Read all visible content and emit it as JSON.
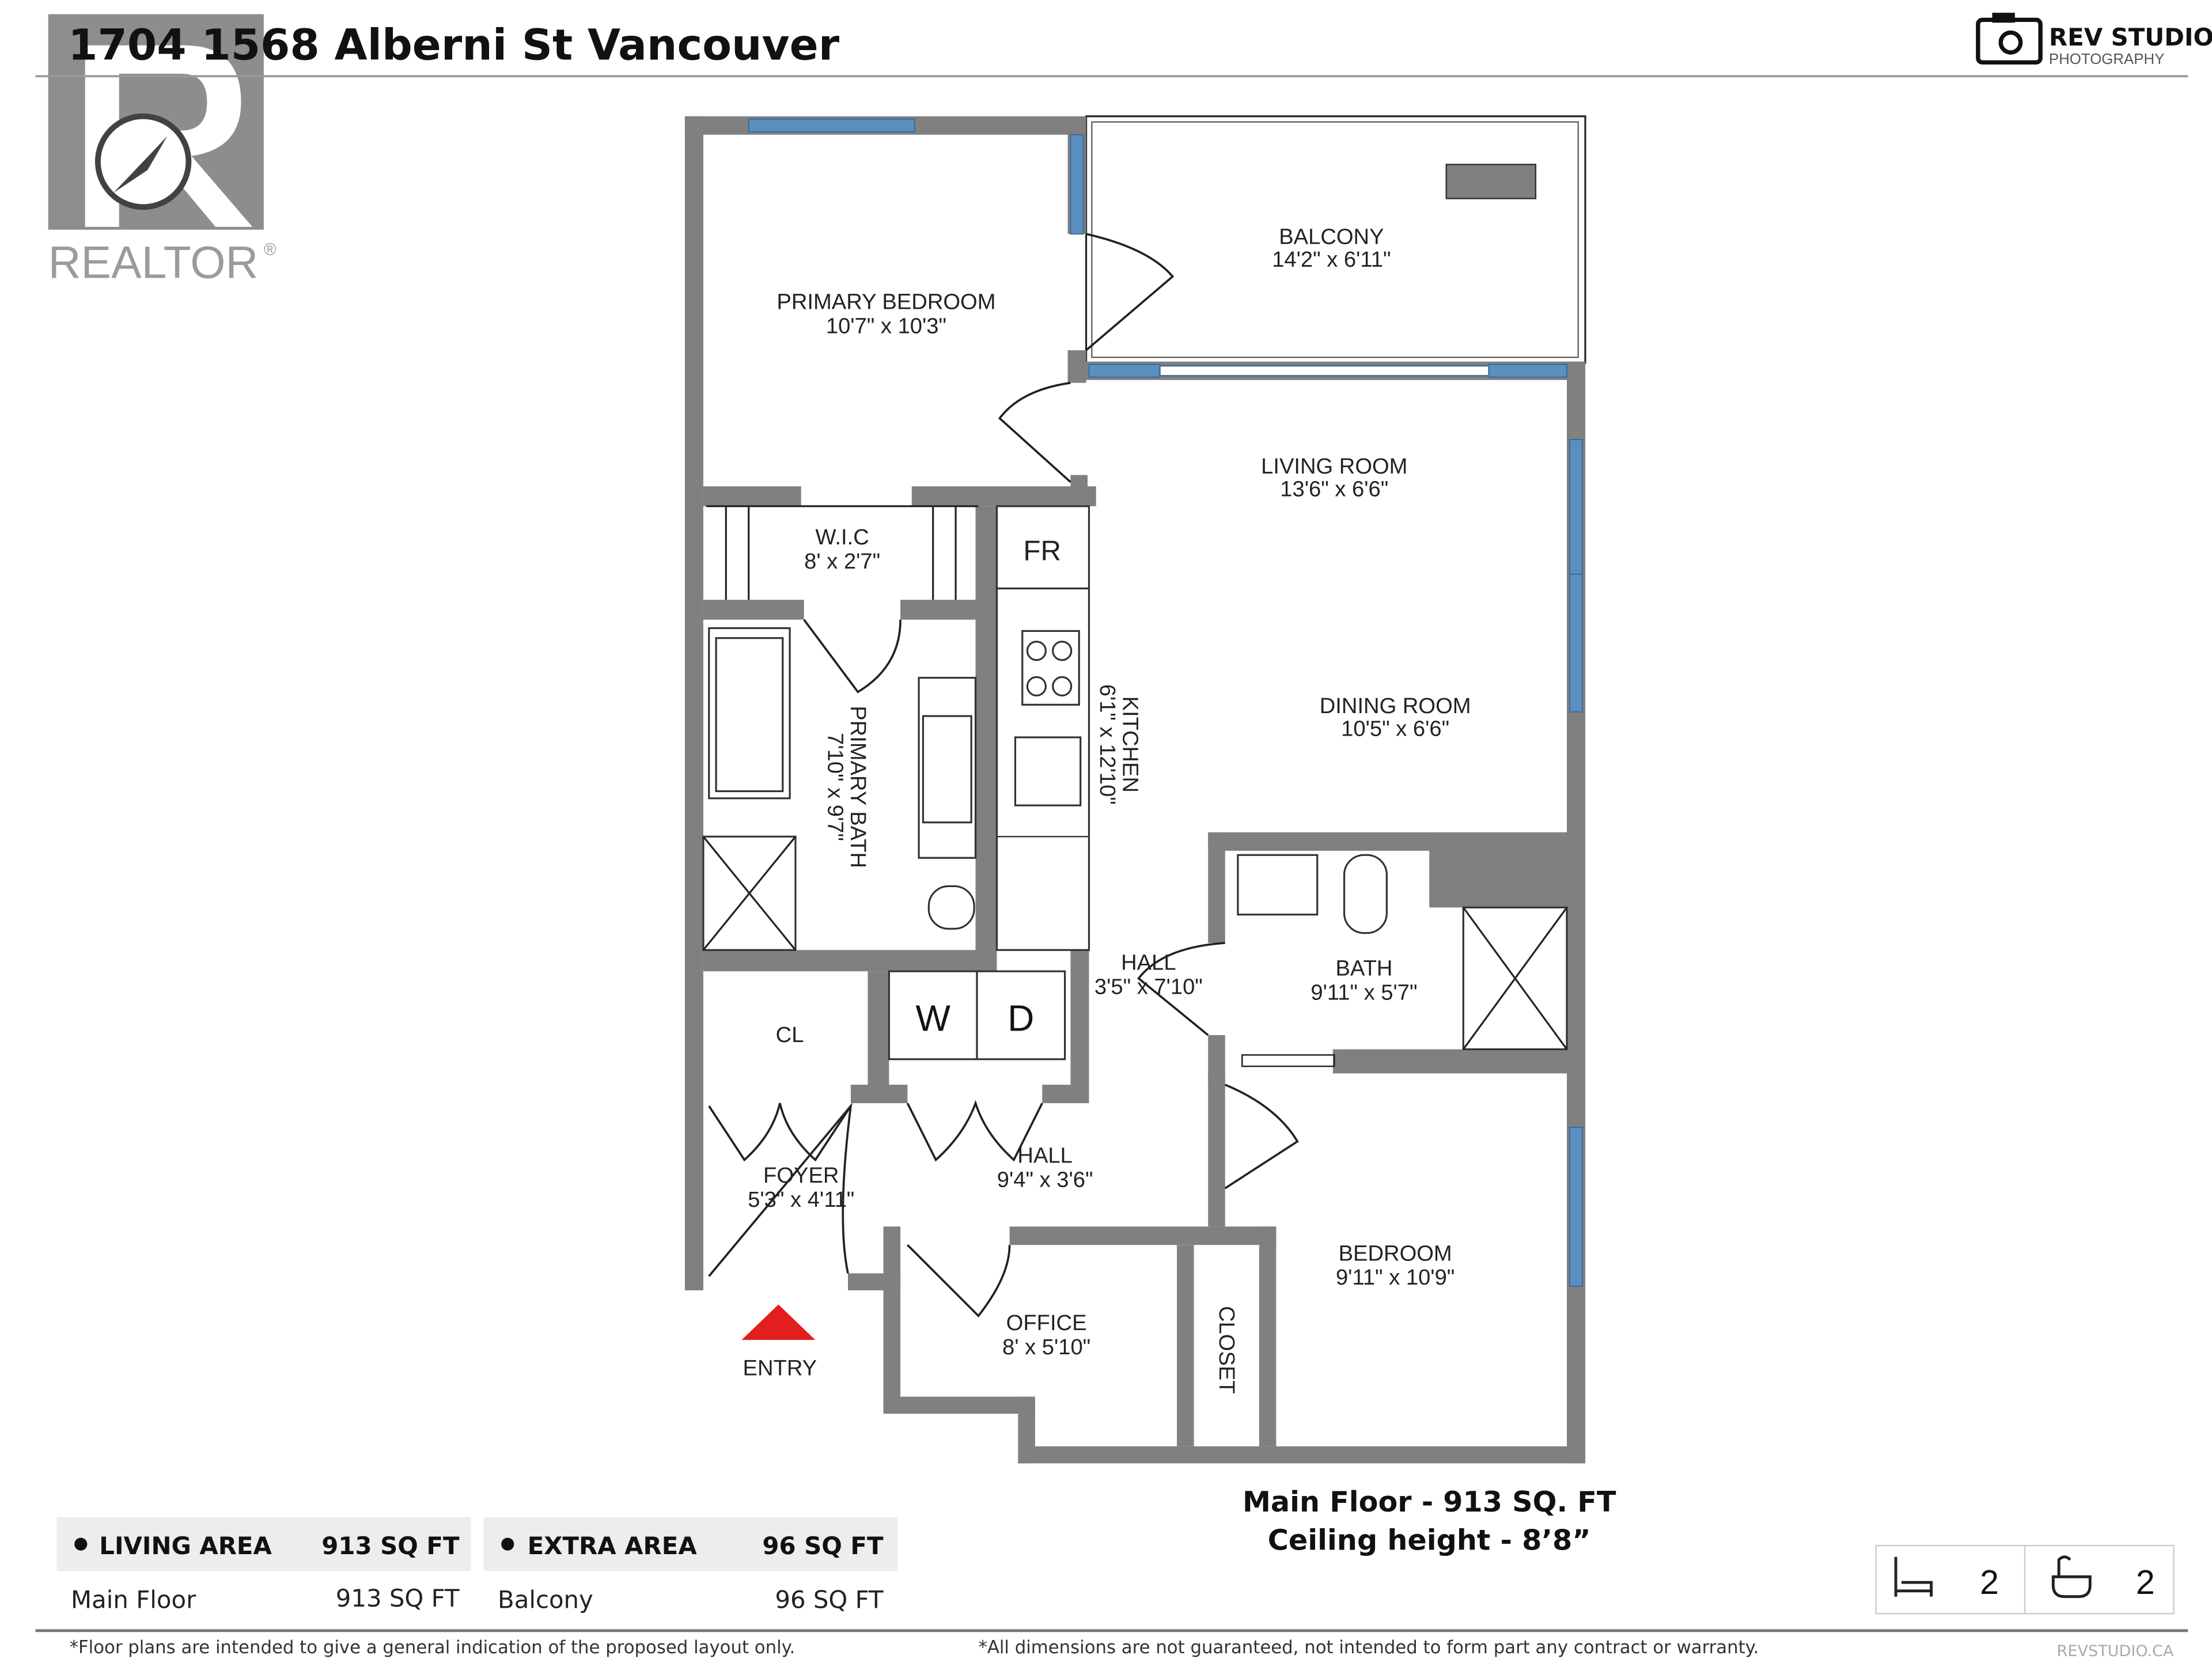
{
  "header": {
    "title": "1704 1568 Alberni St Vancouver",
    "realtor_logo": "REALTOR",
    "studio_name": "REV STUDIO",
    "studio_sub": "PHOTOGRAPHY"
  },
  "rooms": [
    {
      "name": "PRIMARY BEDROOM",
      "size": "10'7\" x 10'3\""
    },
    {
      "name": "BALCONY",
      "size": "14'2\" x 6'11\""
    },
    {
      "name": "LIVING ROOM",
      "size": "13'6\" x 6'6\""
    },
    {
      "name": "DINING ROOM",
      "size": "10'5\" x 6'6\""
    },
    {
      "name": "W.I.C",
      "size": "8' x 2'7\""
    },
    {
      "name": "PRIMARY BATH",
      "size": "7'10\" x 9'7\""
    },
    {
      "name": "KITCHEN",
      "size": "6'1\" x 12'10\""
    },
    {
      "name": "HALL",
      "size": "3'5\" x 7'10\""
    },
    {
      "name": "BATH",
      "size": "9'11\" x 5'7\""
    },
    {
      "name": "CL",
      "size": ""
    },
    {
      "name": "FOYER",
      "size": "5'3\" x 4'11\""
    },
    {
      "name": "HALL",
      "size": "9'4\" x 3'6\""
    },
    {
      "name": "BEDROOM",
      "size": "9'11\" x 10'9\""
    },
    {
      "name": "OFFICE",
      "size": "8' x 5'10\""
    },
    {
      "name": "CLOSET",
      "size": ""
    }
  ],
  "appliances": {
    "fridge": "FR",
    "washer": "W",
    "dryer": "D"
  },
  "entry_label": "ENTRY",
  "floor_summary": {
    "line1": "Main Floor - 913 SQ. FT",
    "line2": "Ceiling height - 8’8”"
  },
  "areas": [
    {
      "title": "LIVING AREA",
      "total": "913 SQ FT",
      "rows": [
        {
          "label": "Main Floor",
          "value": "913 SQ FT"
        }
      ]
    },
    {
      "title": "EXTRA AREA",
      "total": "96 SQ FT",
      "rows": [
        {
          "label": "Balcony",
          "value": "96 SQ FT"
        }
      ]
    }
  ],
  "counts": {
    "bedrooms": "2",
    "bathrooms": "2",
    "bed_icon": "bed-icon",
    "bath_icon": "bathtub-icon"
  },
  "footer": {
    "left": "*Floor plans are intended to give a general indication of the proposed layout only.",
    "right": "*All dimensions are not guaranteed, not intended to form part any contract or warranty.",
    "site": "REVSTUDIO.CA"
  },
  "colors": {
    "wall": "#808080",
    "window": "#5b8fc0",
    "entry_arrow": "#e31e1e",
    "area_header_bg": "#ededed"
  }
}
